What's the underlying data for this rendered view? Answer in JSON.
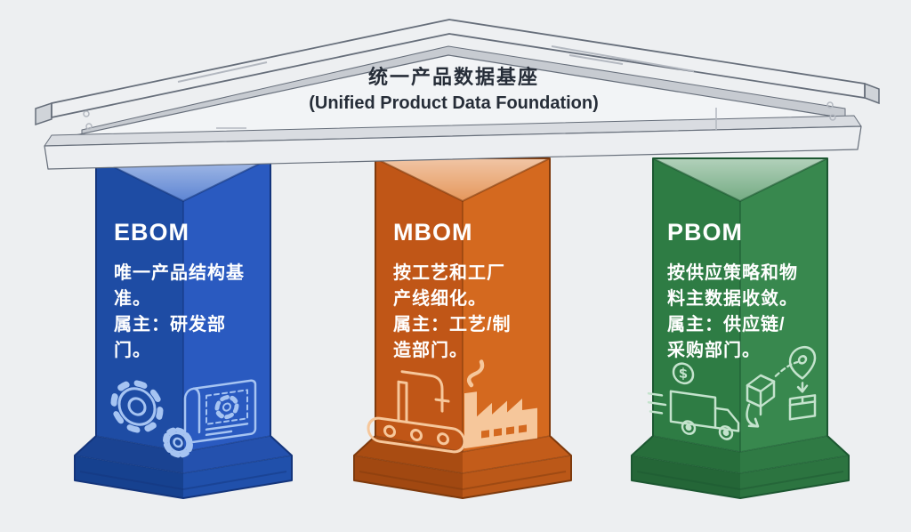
{
  "diagram_title": "BOM pillars supporting a unified product data foundation",
  "theme_vars": "--bg:#edeff1;--roof-text:#262d38;--pillar-text:#ffffff",
  "roof": {
    "title_zh": "统一产品数据基座",
    "title_en": "(Unified Product Data Foundation)",
    "text_color": "#262d38",
    "style_vars": "--slab:#eef0f2;--slab-edge:#d0d4d9;--fascia:#c7cbd1;--pediment:#f2f4f6;--beam-top:#d9dce1;--beam-face:#eceef1;--outline:#666e7a;--detail:#b3b8c0"
  },
  "pillars": [
    {
      "id": "ebom",
      "label": "EBOM",
      "desc_lines": [
        "唯一产品结构基",
        "准。",
        "属主：研发部",
        "门。"
      ],
      "accent": "#2a5ac0",
      "icons": {
        "left": "gears-icon",
        "right": "blueprint-icon"
      },
      "style_vars": "--face-l:#1e4ca4;--face-r:#2a5ac0;--top:#5d85d3;--chamfer-l:#1a4392;--chamfer-r:#2451ae;--base-l:#16418f;--base-r:#2050ab;--outline:#14357c;--icon:#a6c4f2"
    },
    {
      "id": "mbom",
      "label": "MBOM",
      "desc_lines": [
        "按工艺和工厂",
        "产线细化。",
        "属主：工艺/制",
        "造部门。"
      ],
      "accent": "#d4691f",
      "icons": {
        "left": "robot-arm-conveyor-icon",
        "right": "factory-icon"
      },
      "style_vars": "--face-l:#c05617;--face-r:#d4691f;--top:#e5975c;--chamfer-l:#a94c12;--chamfer-r:#c35c1a;--base-l:#a14811;--base-r:#bb5818;--outline:#7e3a0d;--icon:#f6c79b"
    },
    {
      "id": "pbom",
      "label": "PBOM",
      "desc_lines": [
        "按供应策略和物",
        "料主数据收敛。",
        "属主：供应链/",
        "采购部门。"
      ],
      "accent": "#38884e",
      "icons": {
        "left": "delivery-truck-icon",
        "right": "package-location-icon"
      },
      "style_vars": "--face-l:#2e7c44;--face-r:#38884e;--top:#74ab83;--chamfer-l:#276e3b;--chamfer-r:#2f7a44;--base-l:#246637;--base-r:#2c7440;--outline:#1c5731;--icon:#c4e3cd"
    }
  ],
  "coin_symbol": "$"
}
